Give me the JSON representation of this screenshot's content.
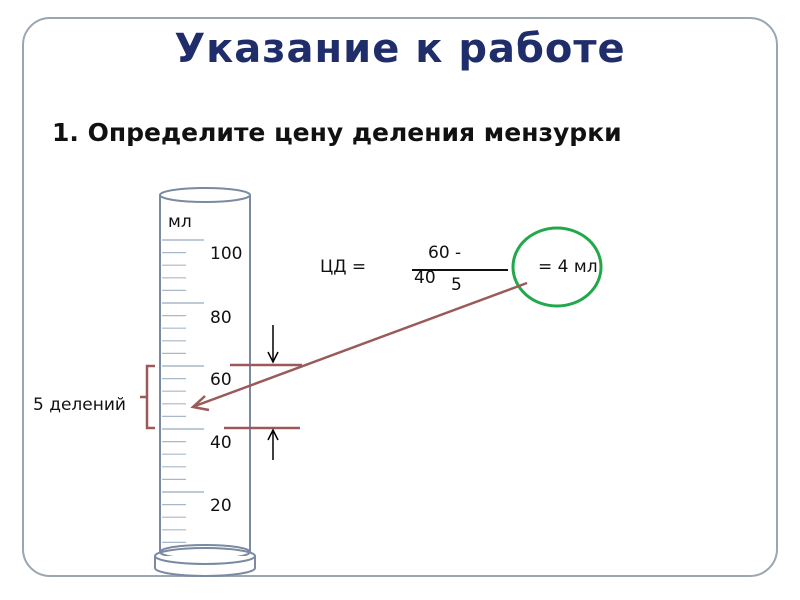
{
  "title": "Указание к работе",
  "instruction": "1. Определите цену деления мензурки",
  "cylinder": {
    "unit": "мл",
    "scale_labels": [
      "100",
      "80",
      "60",
      "40",
      "20"
    ]
  },
  "bracket_label": "5 делений",
  "formula": {
    "lhs": "ЦД =",
    "numerator": "60 -",
    "numerator_cont": "40",
    "denominator": "5",
    "result": "= 4 мл"
  },
  "colors": {
    "title": "#1f2d6b",
    "frame": "#9aa6b2",
    "cylinder_outline": "#7a8aa0",
    "ticks": "#a9b8c8",
    "marker_lines": "#9b5a5a",
    "bracket": "#9b5a5a",
    "pointer_arrow": "#9b5a5a",
    "result_circle": "#22a84a"
  },
  "icons": [
    "down-arrow-icon",
    "up-arrow-icon",
    "pointer-arrow-icon"
  ]
}
